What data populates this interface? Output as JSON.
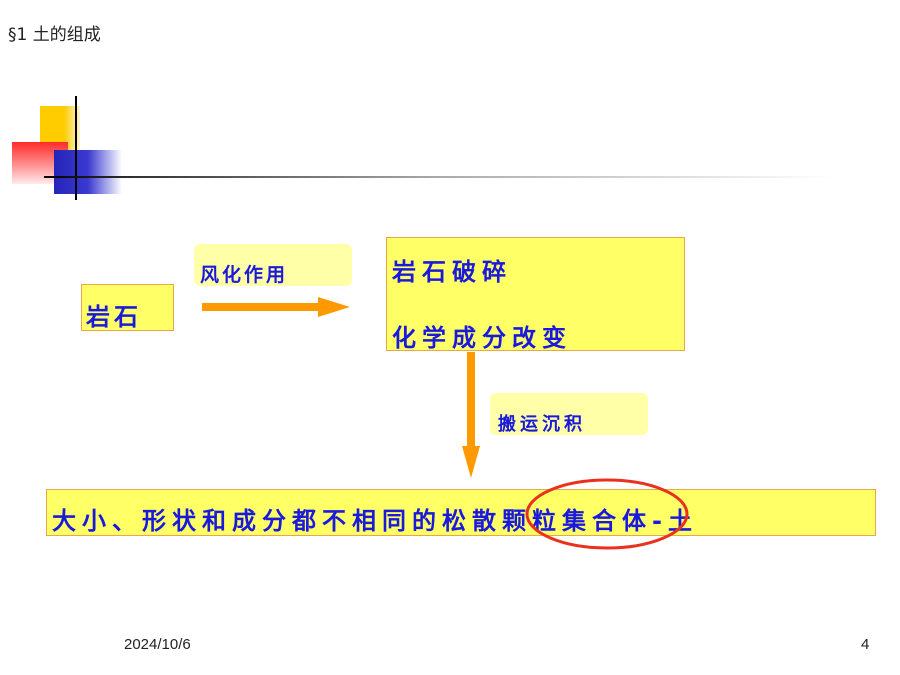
{
  "header": {
    "title": "§1  土的组成"
  },
  "diagram": {
    "rock_label": "岩石",
    "weathering_label": "风化作用",
    "broken_line1": "岩石破碎",
    "broken_line2": "化学成分改变",
    "transport_label": "搬运沉积",
    "result_text": "大小、形状和成分都不相同的松散颗粒集合体-土",
    "highlight_color": "#e8321e",
    "arrow_color": "#ff9900",
    "box_color": "#ffff66",
    "text_color": "#1a1adc"
  },
  "footer": {
    "date": "2024/10/6",
    "page_number": "4"
  }
}
